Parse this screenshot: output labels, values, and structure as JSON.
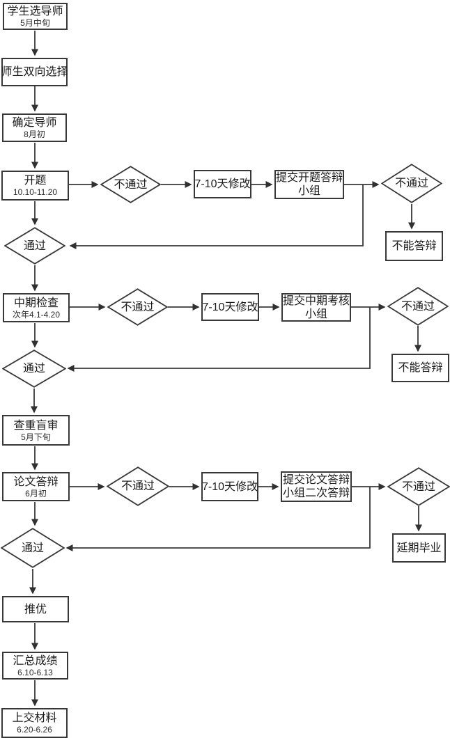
{
  "diagram": {
    "colors": {
      "background": "#ffffff",
      "border": "#383838",
      "line": "#383838",
      "arrow": "#303030",
      "text": "#1a1a1a"
    },
    "nodes": {
      "select_advisor": {
        "label": "学生选导师",
        "sublabel": "5月中旬"
      },
      "mutual_select": {
        "label": "师生双向选择"
      },
      "confirm_advisor": {
        "label": "确定导师",
        "sublabel": "8月初"
      },
      "proposal": {
        "label": "开题",
        "sublabel": "10.10-11.20"
      },
      "fail_1": {
        "label": "不通过"
      },
      "revise_1": {
        "label": "7-10天修改"
      },
      "submit_1": {
        "lines": [
          "提交开题答辩",
          "小组"
        ]
      },
      "fail_r1": {
        "label": "不通过"
      },
      "no_defense_1": {
        "label": "不能答辩"
      },
      "pass_1": {
        "label": "通过"
      },
      "midterm": {
        "label": "中期检查",
        "sublabel": "次年4.1-4.20"
      },
      "fail_2": {
        "label": "不通过"
      },
      "revise_2": {
        "label": "7-10天修改"
      },
      "submit_2": {
        "lines": [
          "提交中期考核",
          "小组"
        ]
      },
      "fail_r2": {
        "label": "不通过"
      },
      "no_defense_2": {
        "label": "不能答辩"
      },
      "pass_2": {
        "label": "通过"
      },
      "review": {
        "label": "查重盲审",
        "sublabel": "5月下旬"
      },
      "defense": {
        "label": "论文答辩",
        "sublabel": "6月初"
      },
      "fail_3": {
        "label": "不通过"
      },
      "revise_3": {
        "label": "7-10天修改"
      },
      "submit_3": {
        "lines": [
          "提交论文答辩",
          "小组二次答辩"
        ]
      },
      "fail_r3": {
        "label": "不通过"
      },
      "delay_graduation": {
        "label": "延期毕业"
      },
      "pass_3": {
        "label": "通过"
      },
      "excellence": {
        "label": "推优"
      },
      "grades": {
        "label": "汇总成绩",
        "sublabel": "6.10-6.13"
      },
      "materials": {
        "label": "上交材料",
        "sublabel": "6.20-6.26"
      }
    }
  }
}
